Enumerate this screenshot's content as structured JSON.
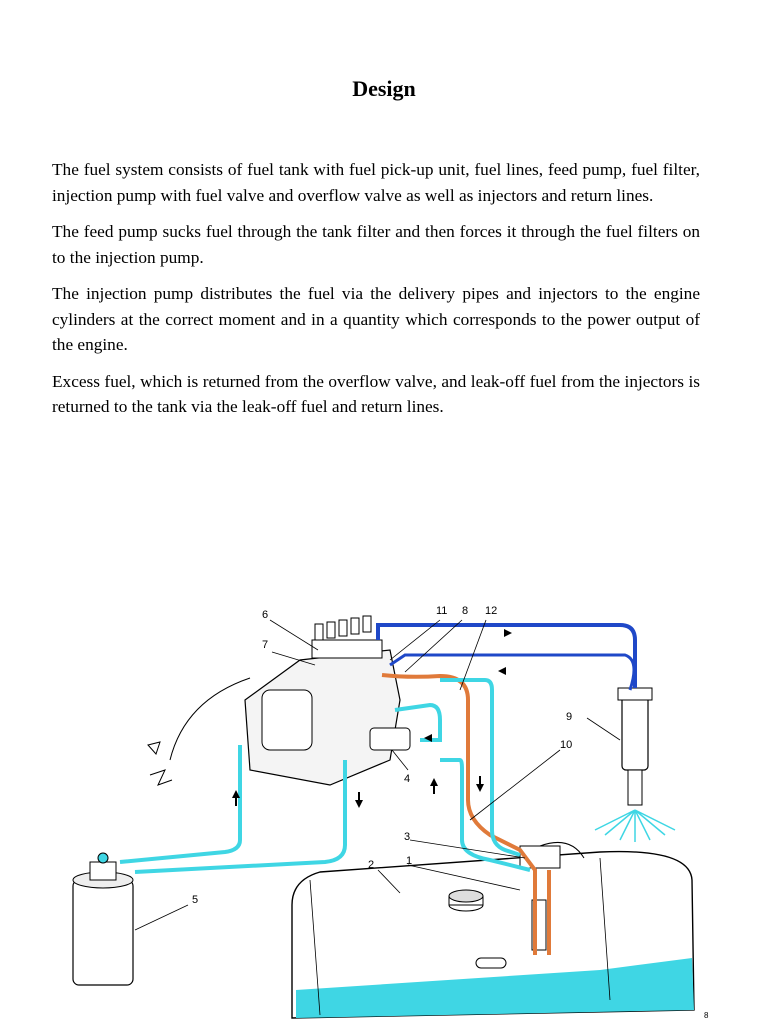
{
  "title": "Design",
  "paragraphs": [
    "The fuel system consists of fuel tank with fuel pick-up unit, fuel lines, feed pump, fuel filter, injection pump with fuel valve and overflow valve as well as injectors and return lines.",
    "The feed pump sucks fuel through the tank filter and then forces it through the fuel filters on to the injection pump.",
    "The injection pump distributes the fuel via the delivery pipes and injectors to the engine cylinders at the correct moment and in a quantity which corresponds to the power output of the engine.",
    "Excess fuel, which is returned from the overflow valve, and leak-off fuel from the injectors is returned to the tank via the leak-off fuel and return lines."
  ],
  "diagram": {
    "callouts": {
      "c1": "1",
      "c2": "2",
      "c3": "3",
      "c4": "4",
      "c5": "5",
      "c6": "6",
      "c7": "7",
      "c8": "8",
      "c9": "9",
      "c10": "10",
      "c11": "11",
      "c12": "12"
    },
    "page_mark": "8",
    "colors": {
      "feed_line": "#3fd6e4",
      "return_line": "#e07a3a",
      "delivery_line": "#1f48c8",
      "fuel_level": "#3fd6e4"
    }
  }
}
